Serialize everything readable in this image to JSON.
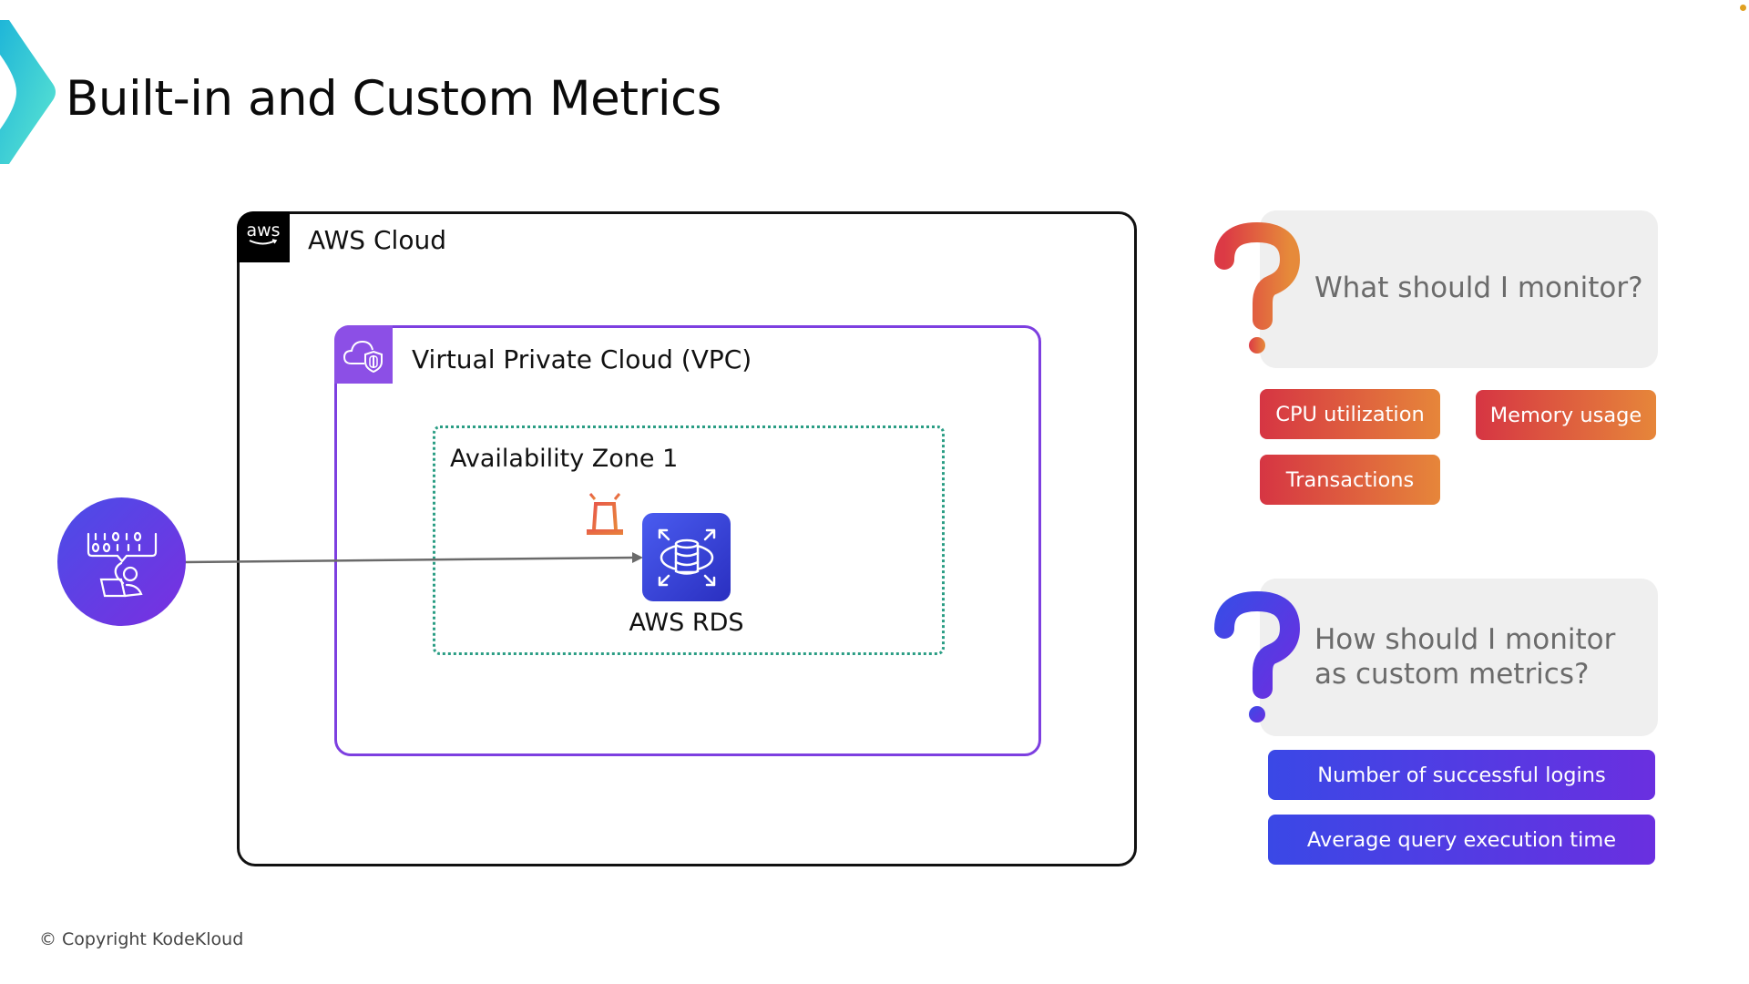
{
  "slide": {
    "title": "Built-in and Custom Metrics",
    "copyright": "© Copyright KodeKloud"
  },
  "diagram": {
    "aws_cloud": {
      "badge_text": "aws",
      "label": "AWS Cloud",
      "icon": "aws-logo-icon"
    },
    "vpc": {
      "label": "Virtual Private Cloud (VPC)",
      "icon": "cloud-shield-icon"
    },
    "availability_zone": {
      "label": "Availability Zone 1"
    },
    "rds": {
      "label": "AWS RDS",
      "icon": "database-scale-icon"
    },
    "alarm": {
      "icon": "alarm-siren-icon"
    },
    "user": {
      "icon": "developer-binary-icon"
    },
    "connector": {
      "from": "user",
      "to": "rds",
      "type": "arrow"
    }
  },
  "panel": {
    "builtin": {
      "question": "What should I monitor?",
      "icon": "question-mark-icon",
      "metrics": [
        "CPU utilization",
        "Memory usage",
        "Transactions"
      ],
      "accent_from": "#d63543",
      "accent_to": "#e6863a"
    },
    "custom": {
      "question": "How should I monitor as custom metrics?",
      "icon": "question-mark-icon",
      "metrics": [
        "Number of successful logins",
        "Average query execution time"
      ],
      "accent_from": "#3a48e6",
      "accent_to": "#6a2fe0"
    }
  },
  "colors": {
    "vpc_border": "#7d3fe0",
    "az_border": "#2a9d84",
    "rds": "#2a2fc0",
    "question_bg": "#efefef"
  }
}
